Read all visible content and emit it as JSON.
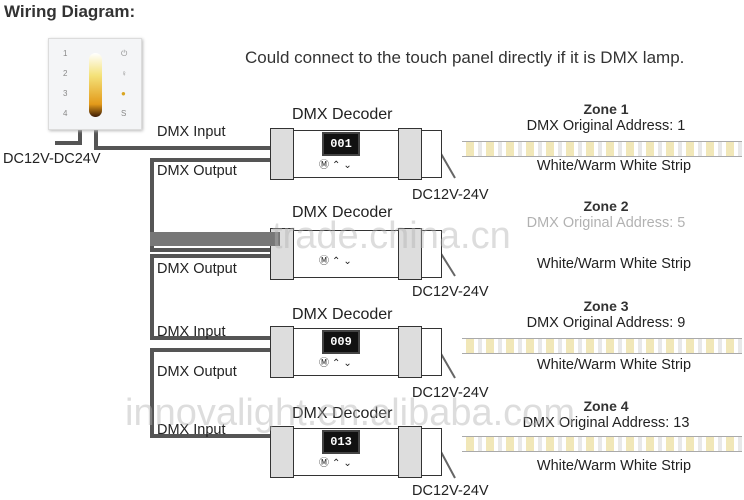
{
  "title": "Wiring Diagram:",
  "note": "Could connect to the touch panel directly if it is DMX lamp.",
  "panel": {
    "power": "DC12V-DC24V",
    "buttons": [
      "1",
      "2",
      "3",
      "4"
    ]
  },
  "labels": {
    "dmx_input": "DMX Input",
    "dmx_output": "DMX Output",
    "decoder": "DMX Decoder",
    "power": "DC12V-24V"
  },
  "decoders": [
    {
      "display": "001",
      "input": "DMX Input",
      "output": "DMX Output"
    },
    {
      "display": "",
      "input": "",
      "output": "DMX Output"
    },
    {
      "display": "009",
      "input": "DMX Input",
      "output": "DMX Output"
    },
    {
      "display": "013",
      "input": "DMX Input",
      "output": ""
    }
  ],
  "zones": [
    {
      "name": "Zone 1",
      "address": "DMX Original Address: 1",
      "strip": "White/Warm White Strip"
    },
    {
      "name": "Zone 2",
      "address": "DMX Original Address: 5",
      "strip": "White/Warm White Strip"
    },
    {
      "name": "Zone 3",
      "address": "DMX Original Address: 9",
      "strip": "White/Warm White Strip"
    },
    {
      "name": "Zone 4",
      "address": "DMX Original Address: 13",
      "strip": "White/Warm White Strip"
    }
  ],
  "watermarks": [
    "trade.china.cn",
    "innovalight.en.alibaba.com"
  ]
}
